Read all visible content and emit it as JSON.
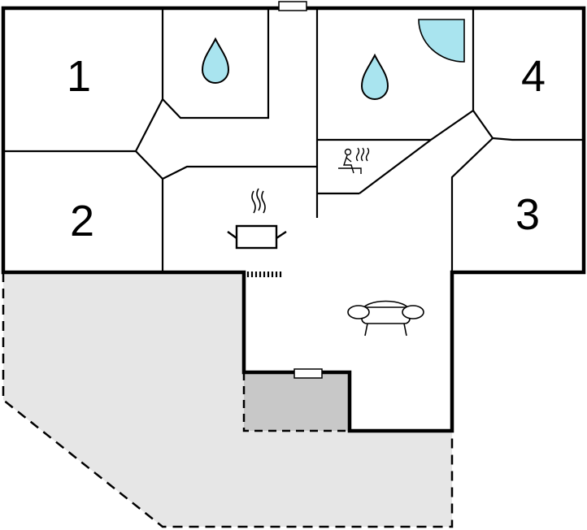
{
  "floorplan": {
    "rooms": [
      {
        "id": "bedroom-1",
        "label": "1"
      },
      {
        "id": "bedroom-2",
        "label": "2"
      },
      {
        "id": "bedroom-3",
        "label": "3"
      },
      {
        "id": "bedroom-4",
        "label": "4"
      }
    ],
    "icons": {
      "bathroom_1": "water-drop-icon",
      "bathroom_2": "water-drop-icon",
      "shower": "shower-quarter-circle-icon",
      "sauna": "sauna-person-icon",
      "kitchen": "cooking-pot-icon",
      "living": "sofa-icon",
      "stove": "wood-stove-icon"
    },
    "colors": {
      "wall": "#000000",
      "water": "#a9e4ef",
      "terrace": "#e6e6e6",
      "covered_terrace": "#c8c8c8",
      "background": "#ffffff"
    }
  }
}
